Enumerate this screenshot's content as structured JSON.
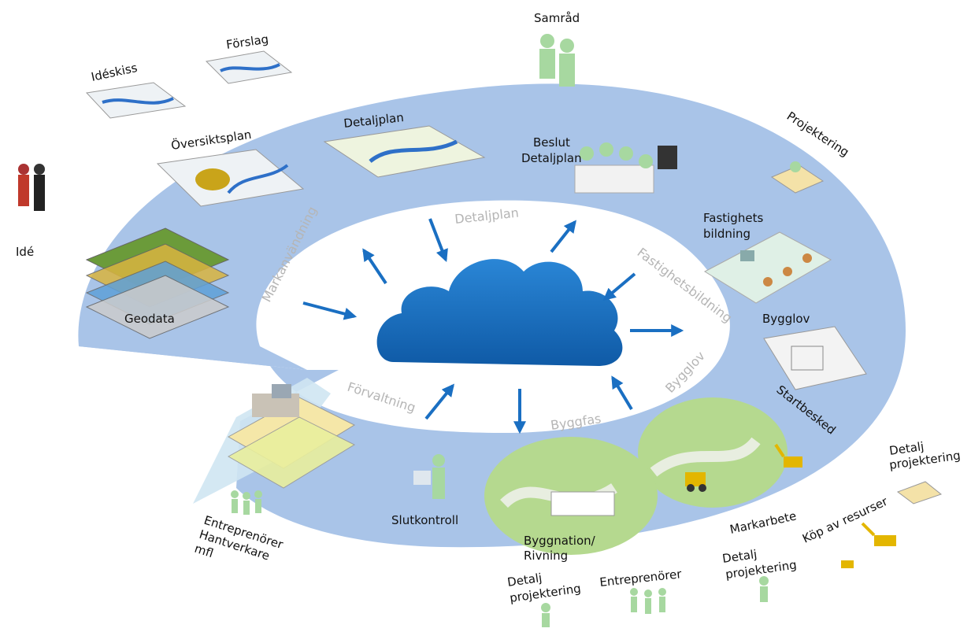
{
  "ring_labels": {
    "markanvandning": "Markanvändning",
    "detaljplan": "Detaljplan",
    "fastighetsbildning": "Fastighetsbildning",
    "bygglov": "Bygglov",
    "byggfas": "Byggfas",
    "forvaltning": "Förvaltning"
  },
  "stations": {
    "ide": "Idé",
    "ideskiss": "Idéskiss",
    "forslag": "Förslag",
    "samrad": "Samråd",
    "projektering": "Projektering",
    "oversiktsplan": "Översiktsplan",
    "detaljplan": "Detaljplan",
    "beslut_line1": "Beslut",
    "beslut_line2": "Detaljplan",
    "fastighets_line1": "Fastighets",
    "fastighets_line2": "bildning",
    "geodata": "Geodata",
    "bygglov": "Bygglov",
    "startbesked": "Startbesked",
    "detalj_proj_right_line1": "Detalj",
    "detalj_proj_right_line2": "projektering",
    "kop_av_resurser": "Köp av resurser",
    "markarbete": "Markarbete",
    "detalj_proj_mid_line1": "Detalj",
    "detalj_proj_mid_line2": "projektering",
    "entreprenorer": "Entreprenörer",
    "detalj_proj_left_line1": "Detalj",
    "detalj_proj_left_line2": "projektering",
    "byggnation_line1": "Byggnation/",
    "byggnation_line2": "Rivning",
    "slutkontroll": "Slutkontroll",
    "entr_line1": "Entreprenörer",
    "entr_line2": "Hantverkare",
    "entr_line3": "mfl"
  },
  "colors": {
    "ring": "#a9c4e8",
    "cloud": "#1565b5",
    "arrow": "#1a6fc2",
    "green_area": "#b5d98f",
    "figure": "#a7d8a0",
    "ring_text": "#b5b5b5"
  },
  "icons": {
    "center": "cloud-icon",
    "arrows": "arrow-icon"
  }
}
